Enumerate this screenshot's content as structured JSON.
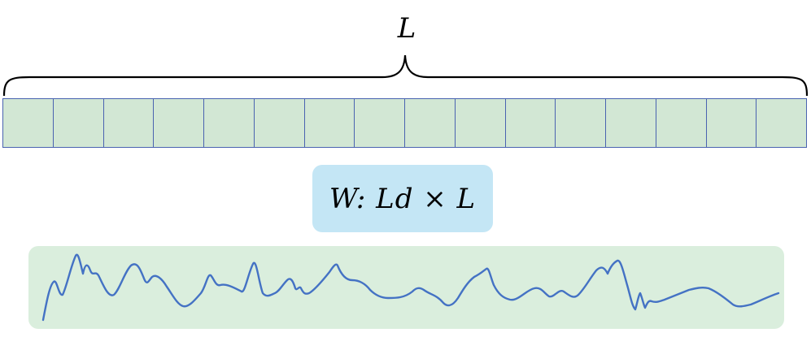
{
  "diagram": {
    "length_label": "L",
    "num_cells": 16,
    "weight_label": "W: Ld × L",
    "colors": {
      "cell_fill": "#d2e7d4",
      "cell_border": "#4a63b0",
      "weight_box_fill": "#c4e6f5",
      "signal_box_fill": "#daeedd",
      "signal_stroke": "#4472c4"
    }
  }
}
